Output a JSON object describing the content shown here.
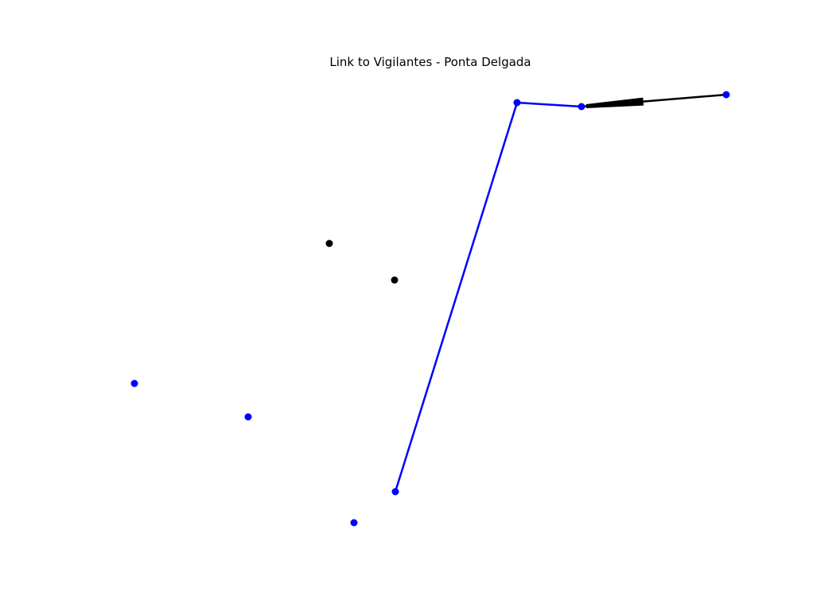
{
  "title": "Link to Vigilantes - Ponta Delgada",
  "colors": {
    "highlight": "#0000ff",
    "base": "#000000",
    "background": "#ffffff"
  },
  "nodes": [
    {
      "id": "n1",
      "color": "highlight"
    },
    {
      "id": "n2",
      "color": "highlight"
    },
    {
      "id": "n3",
      "color": "highlight"
    },
    {
      "id": "n4",
      "color": "highlight"
    },
    {
      "id": "n5",
      "color": "highlight"
    },
    {
      "id": "n6",
      "color": "highlight"
    },
    {
      "id": "n7",
      "color": "highlight"
    },
    {
      "id": "n8",
      "color": "base"
    },
    {
      "id": "n9",
      "color": "base"
    }
  ],
  "edges": [
    {
      "from": "n1",
      "to": "n2",
      "color": "highlight",
      "arrow": false
    },
    {
      "from": "n2",
      "to": "n3",
      "color": "highlight",
      "arrow": false
    },
    {
      "from": "n4",
      "to": "n3",
      "color": "base",
      "arrow": true
    }
  ]
}
